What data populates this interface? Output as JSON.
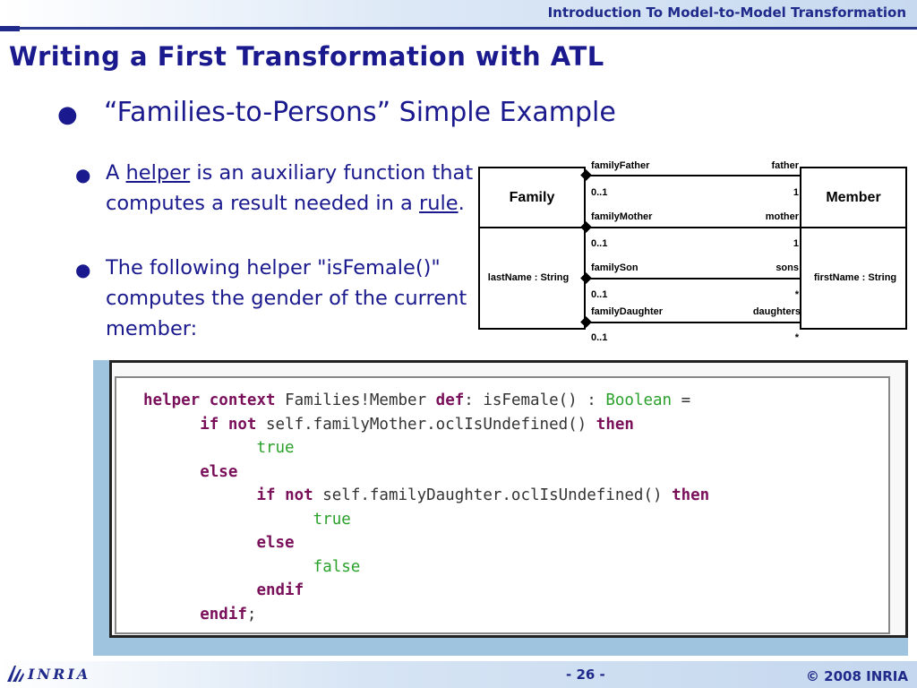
{
  "header": {
    "title": "Introduction To Model-to-Model Transformation"
  },
  "slide": {
    "title": "Writing a First Transformation with ATL",
    "bullet": "“Families-to-Persons” Simple Example",
    "sub1": {
      "prefix": "A ",
      "link1": "helper",
      "middle": " is an auxiliary function that computes a result needed in a ",
      "link2": "rule",
      "suffix": "."
    },
    "sub2": "The following helper \"isFemale()\" computes the gender of the current member:"
  },
  "uml": {
    "family": {
      "name": "Family",
      "attr": "lastName : String"
    },
    "member": {
      "name": "Member",
      "attr": "firstName : String"
    },
    "assocs": [
      {
        "role_left": "familyFather",
        "role_right": "father",
        "mult_left": "0..1",
        "mult_right": "1"
      },
      {
        "role_left": "familyMother",
        "role_right": "mother",
        "mult_left": "0..1",
        "mult_right": "1"
      },
      {
        "role_left": "familySon",
        "role_right": "sons",
        "mult_left": "0..1",
        "mult_right": "*"
      },
      {
        "role_left": "familyDaughter",
        "role_right": "daughters",
        "mult_left": "0..1",
        "mult_right": "*"
      }
    ]
  },
  "code": {
    "l1": {
      "k1": "helper",
      "k2": "context",
      "t1": "Families!Member",
      "k3": "def",
      "t2": ": isFemale() :",
      "ty": "Boolean",
      "t3": "="
    },
    "l2": {
      "k1": "if",
      "k2": "not",
      "t1": "self.familyMother.oclIsUndefined()",
      "k3": "then"
    },
    "l3": {
      "v": "true"
    },
    "l4": {
      "k1": "else"
    },
    "l5": {
      "k1": "if",
      "k2": "not",
      "t1": "self.familyDaughter.oclIsUndefined()",
      "k3": "then"
    },
    "l6": {
      "v": "true"
    },
    "l7": {
      "k1": "else"
    },
    "l8": {
      "v": "false"
    },
    "l9": {
      "k1": "endif"
    },
    "l10": {
      "k1": "endif",
      "t1": ";"
    }
  },
  "footer": {
    "logo_text": "INRIA",
    "page": "- 26 -",
    "copyright": "© 2008 INRIA"
  }
}
